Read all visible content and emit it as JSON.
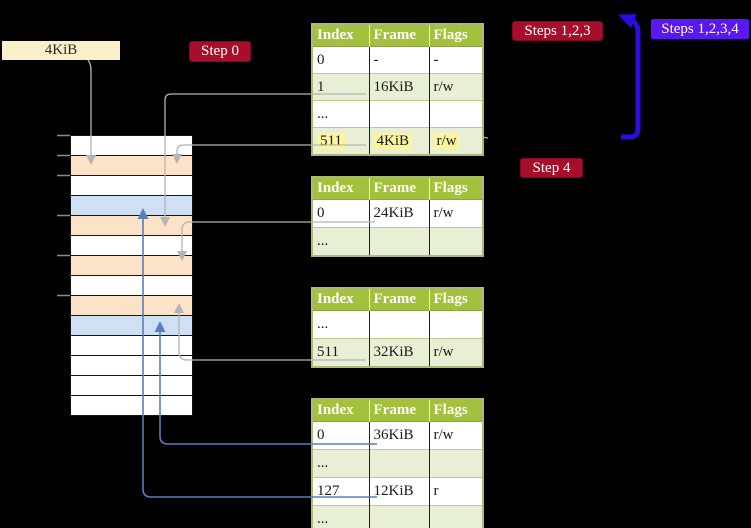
{
  "labels": {
    "frame_label": "4KiB",
    "step0": "Step 0",
    "steps123": "Steps 1,2,3",
    "steps1234": "Steps 1,2,3,4",
    "step4": "Step 4"
  },
  "colors": {
    "background": "#000000",
    "frame_label_bg": "#f9efc9",
    "badge_red": "#a60e2c",
    "badge_violet": "#5a17ef",
    "table_header_bg": "#a3c13d",
    "table_row_alt_bg": "#e9efd5",
    "table_border": "#a9ba77",
    "highlight_yellow": "#fbf59d",
    "mem_white": "#ffffff",
    "mem_orange": "#fce3c7",
    "mem_blue": "#cfe0f4",
    "arrow_gray": "#b4b4b4",
    "arrow_blue": "#5b7db8",
    "arrow_big_blue": "#2d0ce0",
    "tick_gray": "#8c8c8c"
  },
  "memory_column": {
    "row_colors": [
      "mem_white",
      "mem_orange",
      "mem_white",
      "mem_blue",
      "mem_orange",
      "mem_white",
      "mem_orange",
      "mem_white",
      "mem_orange",
      "mem_blue",
      "mem_white",
      "mem_white",
      "mem_white",
      "mem_white"
    ]
  },
  "tables": [
    {
      "headers": [
        "Index",
        "Frame",
        "Flags"
      ],
      "rows": [
        {
          "cells": [
            "0",
            "-",
            "-"
          ]
        },
        {
          "cells": [
            "1",
            "16KiB",
            "r/w"
          ]
        },
        {
          "cells": [
            "...",
            "",
            ""
          ]
        },
        {
          "cells": [
            "511",
            "4KiB",
            "r/w"
          ],
          "highlight": true
        }
      ]
    },
    {
      "headers": [
        "Index",
        "Frame",
        "Flags"
      ],
      "rows": [
        {
          "cells": [
            "0",
            "24KiB",
            "r/w"
          ]
        },
        {
          "cells": [
            "...",
            "",
            ""
          ]
        }
      ]
    },
    {
      "headers": [
        "Index",
        "Frame",
        "Flags"
      ],
      "rows": [
        {
          "cells": [
            "...",
            "",
            ""
          ]
        },
        {
          "cells": [
            "511",
            "32KiB",
            "r/w"
          ]
        }
      ]
    },
    {
      "headers": [
        "Index",
        "Frame",
        "Flags"
      ],
      "rows": [
        {
          "cells": [
            "0",
            "36KiB",
            "r/w"
          ]
        },
        {
          "cells": [
            "...",
            "",
            ""
          ]
        },
        {
          "cells": [
            "127",
            "12KiB",
            "r"
          ]
        },
        {
          "cells": [
            "...",
            "",
            ""
          ]
        }
      ]
    }
  ]
}
